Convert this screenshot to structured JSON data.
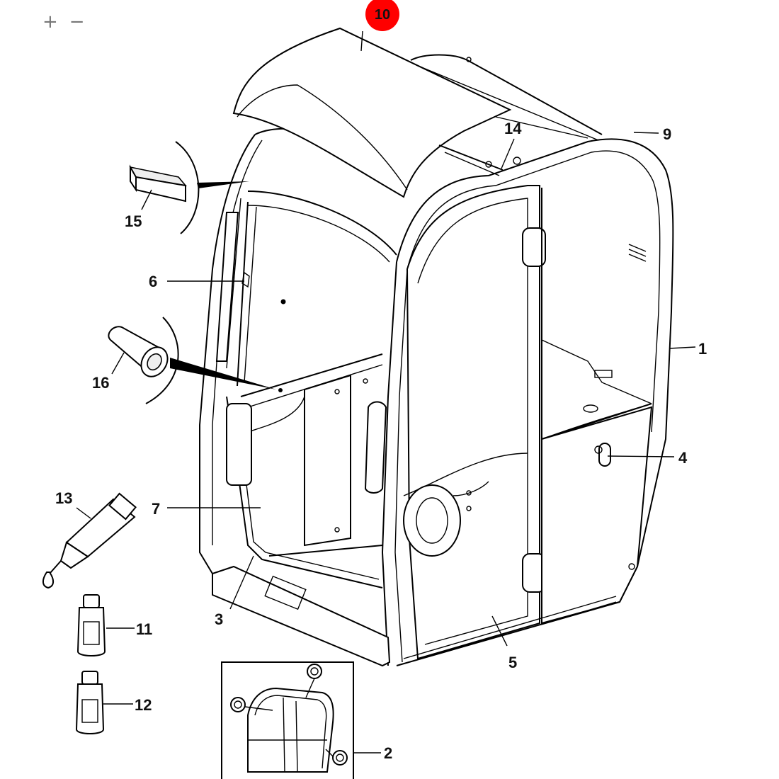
{
  "zoom": {
    "zoom_in": "+",
    "zoom_out": "−"
  },
  "highlight_marker": {
    "label": "10",
    "color": "#ff0000"
  },
  "callouts": {
    "c1": "1",
    "c2": "2",
    "c3": "3",
    "c4": "4",
    "c5": "5",
    "c6": "6",
    "c7": "7",
    "c9": "9",
    "c11": "11",
    "c12": "12",
    "c13": "13",
    "c14": "14",
    "c15": "15",
    "c16": "16"
  }
}
